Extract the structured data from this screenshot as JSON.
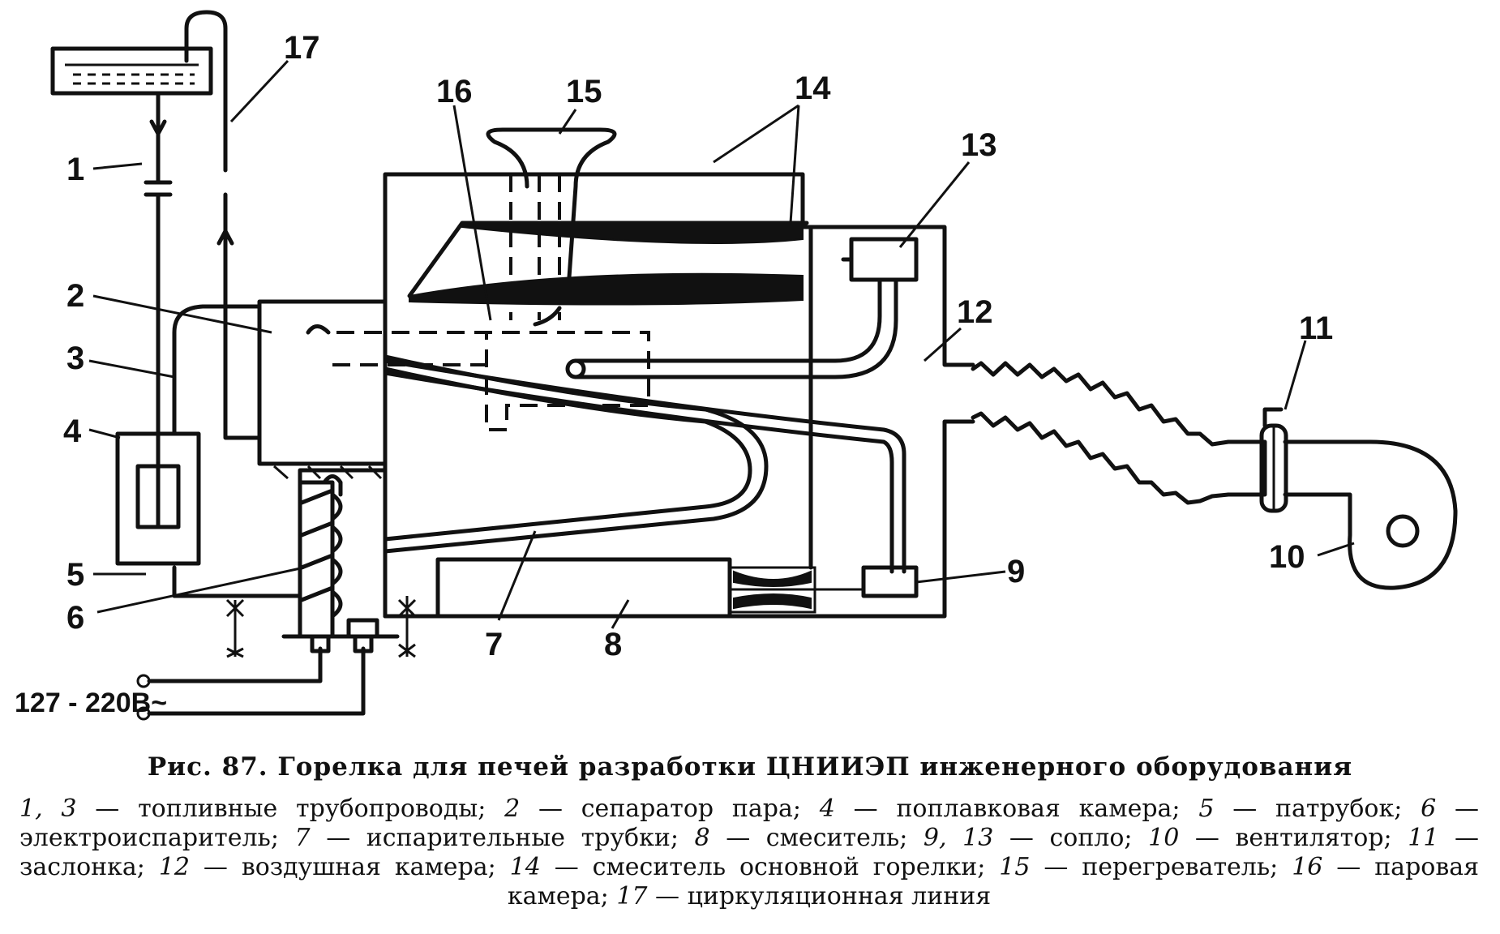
{
  "diagram": {
    "labels": {
      "n1": "1",
      "n2": "2",
      "n3": "3",
      "n4": "4",
      "n5": "5",
      "n6": "6",
      "n7": "7",
      "n8": "8",
      "n9": "9",
      "n10": "10",
      "n11": "11",
      "n12": "12",
      "n13": "13",
      "n14": "14",
      "n15": "15",
      "n16": "16",
      "n17": "17"
    },
    "voltage": "127 - 220В~"
  },
  "caption": {
    "title": "Рис. 87. Горелка для печей разработки ЦНИИЭП инженерного оборудования",
    "legend": [
      {
        "num": "1, 3",
        "text": "топливные трубопроводы;"
      },
      {
        "num": "2",
        "text": "сепаратор пара;"
      },
      {
        "num": "4",
        "text": "поплавковая камера;"
      },
      {
        "num": "5",
        "text": "патрубок;"
      },
      {
        "num": "6",
        "text": "электроиспаритель;"
      },
      {
        "num": "7",
        "text": "испарительные трубки;"
      },
      {
        "num": "8",
        "text": "смеситель;"
      },
      {
        "num": "9, 13",
        "text": "сопло;"
      },
      {
        "num": "10",
        "text": "вентилятор;"
      },
      {
        "num": "11",
        "text": "заслонка;"
      },
      {
        "num": "12",
        "text": "воздушная камера;"
      },
      {
        "num": "14",
        "text": "смеситель основной горелки;"
      },
      {
        "num": "15",
        "text": "перегреватель;"
      },
      {
        "num": "16",
        "text": "паровая камера;"
      },
      {
        "num": "17",
        "text": "циркуляционная линия"
      }
    ]
  }
}
